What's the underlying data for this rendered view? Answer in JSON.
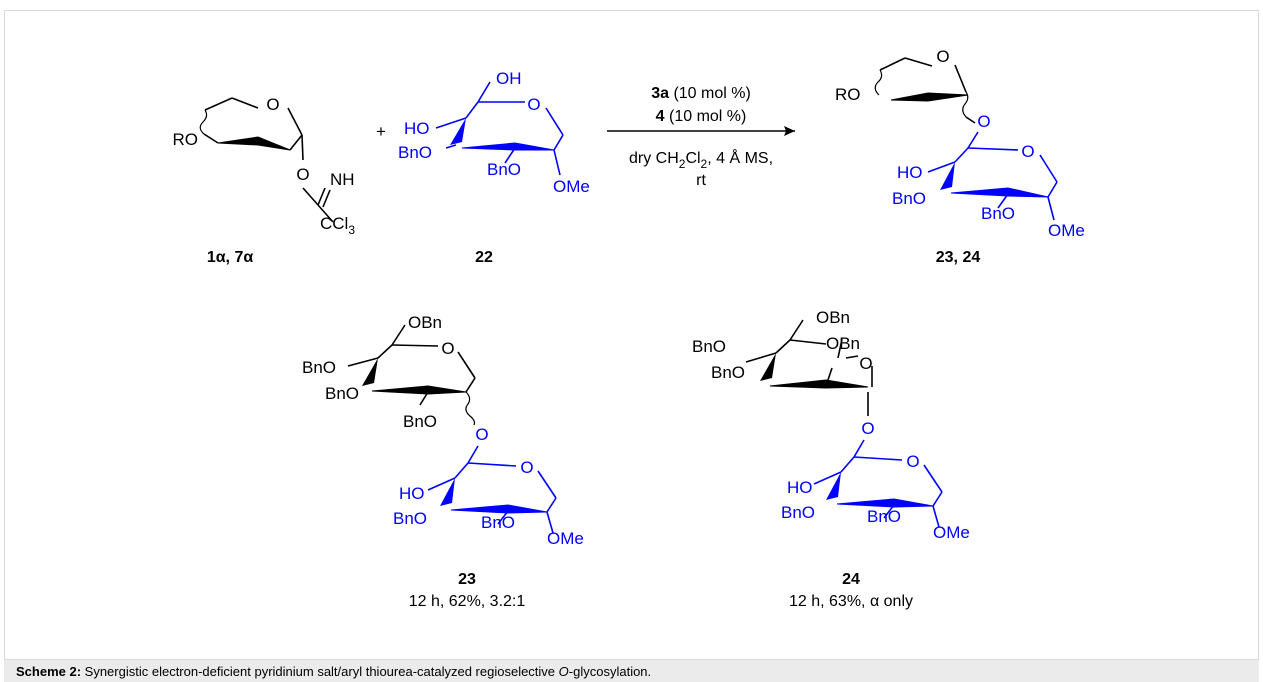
{
  "colors": {
    "blue": "#0000ff",
    "black": "#000000",
    "caption_bg": "#ebebeb",
    "frame_border": "#d9d9d9"
  },
  "compounds": {
    "donor": {
      "label": "1α, 7α",
      "atoms": {
        "ring_o": "O",
        "ro": "RO",
        "anomeric_o": "O",
        "imine": "NH",
        "ccl3": "CCl3"
      }
    },
    "acceptor": {
      "label": "22",
      "atoms": {
        "oh": "OH",
        "ho": "HO",
        "ring_o": "O",
        "bno3": "BnO",
        "bno2": "BnO",
        "ome": "OMe"
      }
    },
    "product_generic": {
      "label": "23, 24"
    },
    "p23": {
      "label": "23",
      "result": "12 h, 62%, 3.2:1"
    },
    "p24": {
      "label": "24",
      "result": "12 h, 63%, α only"
    }
  },
  "plus": "+",
  "conditions": {
    "cat1": {
      "id": "3a",
      "amount": "(10 mol %)"
    },
    "cat2": {
      "id": "4",
      "amount": "(10 mol %)"
    },
    "solvent": "dry CH2Cl2, 4 Å MS,",
    "temp": "rt"
  },
  "common_atoms": {
    "o": "O",
    "bno": "BnO",
    "obn": "OBn",
    "ho": "HO",
    "ome": "OMe",
    "ro": "RO"
  },
  "caption": {
    "prefix": "Scheme 2:",
    "text_before": " Synergistic electron-deficient pyridinium salt/aryl thiourea-catalyzed regioselective ",
    "italic": "O",
    "text_after": "-glycosylation."
  }
}
